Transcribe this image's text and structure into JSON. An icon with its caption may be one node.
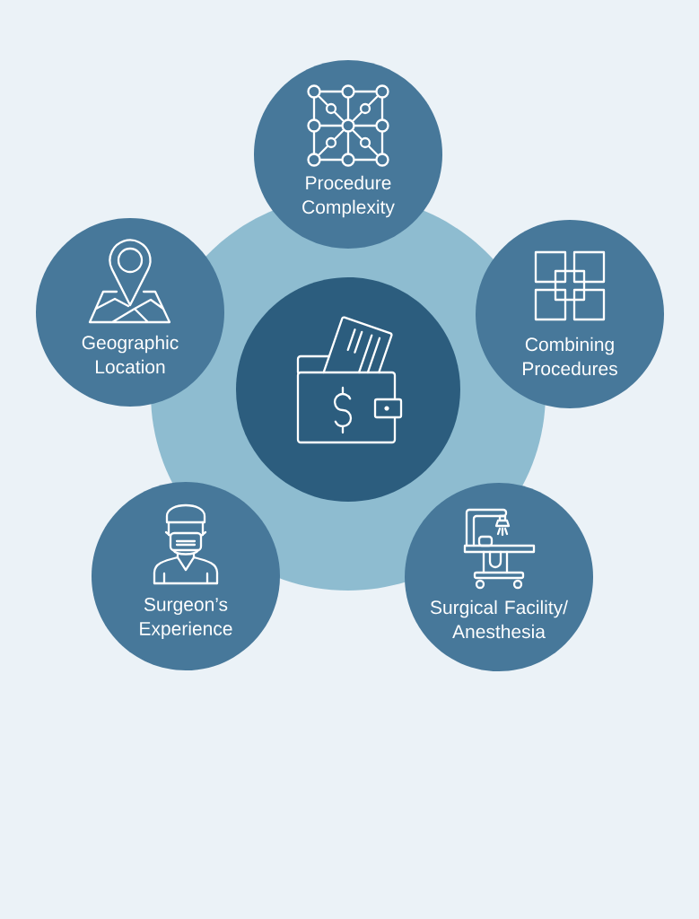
{
  "diagram": {
    "nodes": [
      {
        "text": [
          "Procedure Complexity"
        ]
      },
      {
        "text": [
          "Geographic Location"
        ]
      },
      {
        "text": [
          "Combining Procedures"
        ]
      },
      {
        "text": [],
        "shape": "circle"
      },
      {
        "text": [
          "Surgeon’s Experience"
        ]
      },
      {
        "text": [
          "Surgical Facility/ Anesthesia"
        ]
      }
    ]
  }
}
